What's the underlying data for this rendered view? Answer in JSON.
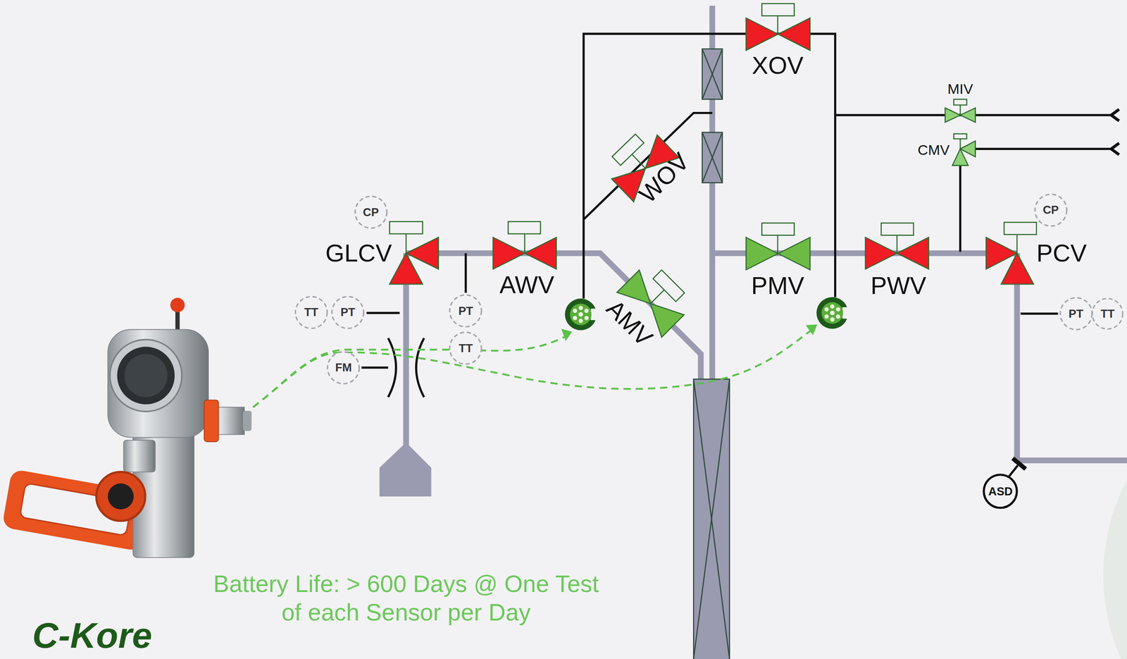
{
  "diagram": {
    "nodes": [
      {
        "text": [
          "CP"
        ]
      },
      {
        "text": [
          "CP"
        ]
      },
      {
        "text": [
          "TT"
        ]
      },
      {
        "text": [
          "PT"
        ]
      },
      {
        "text": [
          "PT"
        ]
      },
      {
        "text": [
          "PT"
        ]
      },
      {
        "text": [
          "TT"
        ]
      },
      {
        "text": [
          "TT"
        ]
      },
      {
        "text": [
          "FM"
        ]
      },
      {
        "text": [
          "ASD"
        ]
      }
    ],
    "labels": [
      "XOV",
      "MIV",
      "CMV",
      "WOV",
      "GLCV",
      "AWV",
      "PMV",
      "PWV",
      "PCV",
      "AMV",
      "Battery Life: > 600 Days @ One Test of each Sensor per Day",
      "C-Kore"
    ]
  }
}
